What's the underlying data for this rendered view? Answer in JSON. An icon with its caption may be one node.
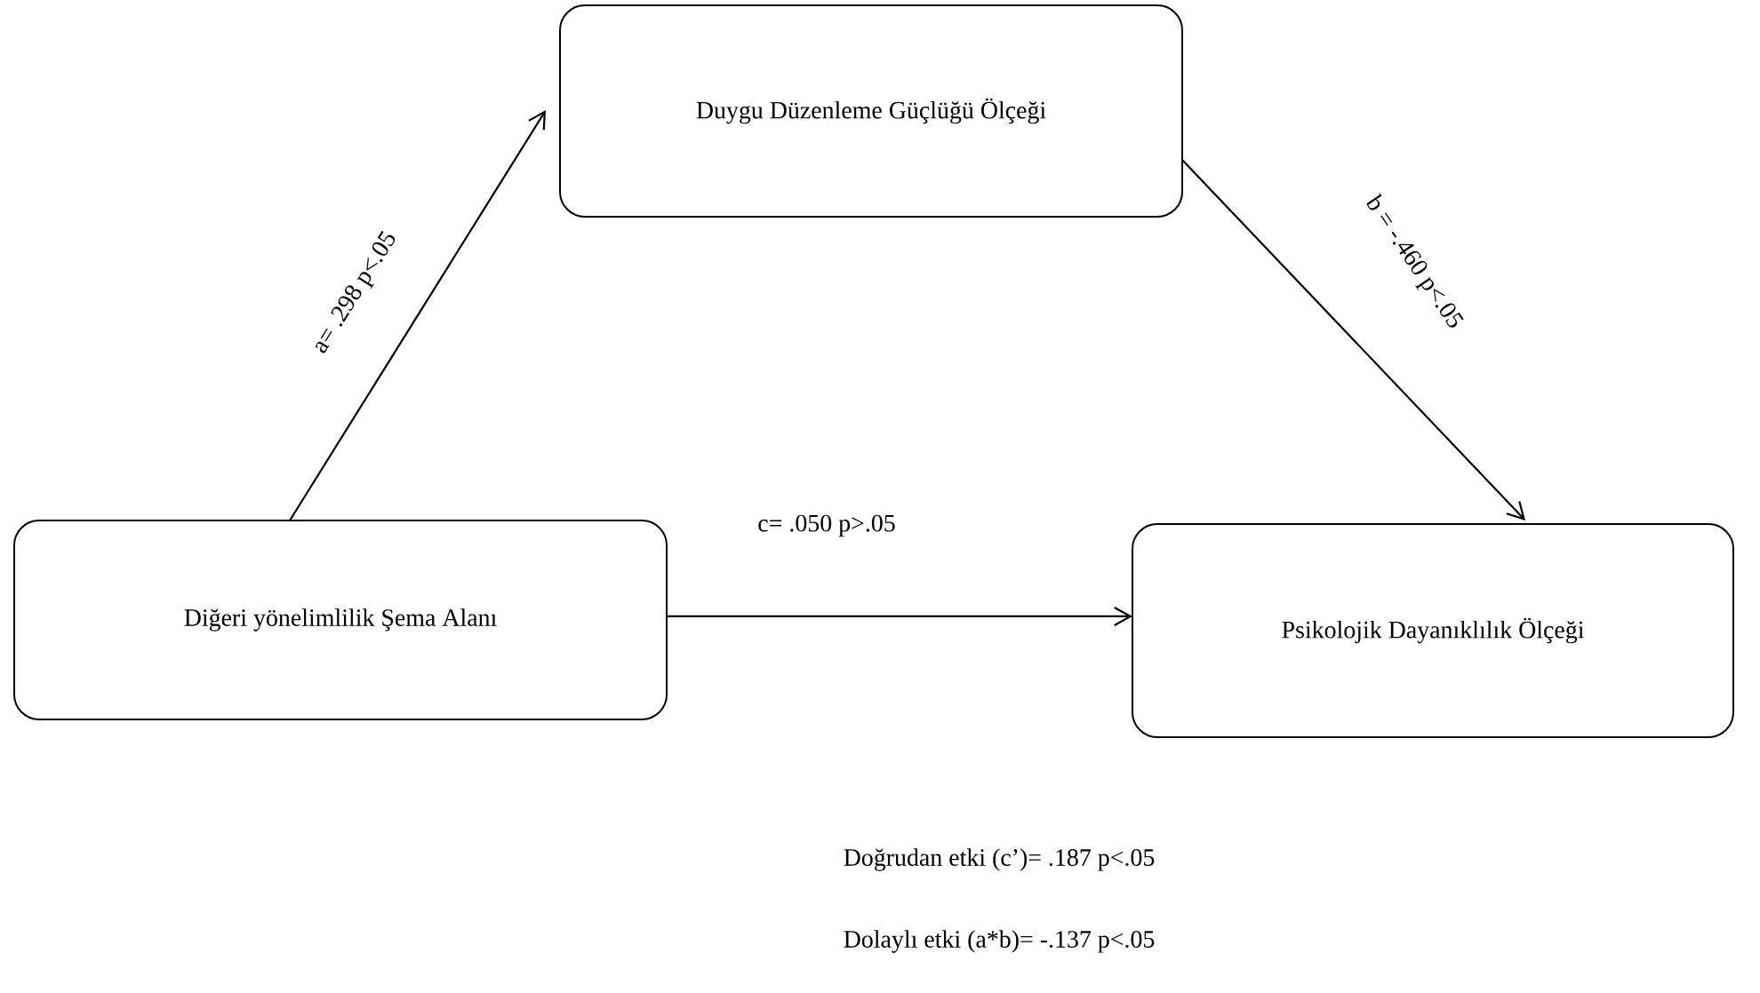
{
  "diagram": {
    "nodes": [
      {
        "text": [
          "Duygu Düzenleme Güçlüğü Ölçeği"
        ]
      },
      {
        "text": [
          "Diğeri yönelimlilik Şema Alanı"
        ]
      },
      {
        "text": [
          "Psikolojik Dayanıklılık Ölçeği"
        ]
      }
    ],
    "edges": [
      {
        "from": 1,
        "to": 0,
        "arrow": "to",
        "label": "a= .298 p<.05"
      },
      {
        "from": 0,
        "to": 2,
        "arrow": "to",
        "label": "b = -.460 p<.05"
      },
      {
        "from": 1,
        "to": 2,
        "arrow": "to",
        "label": "c= .050 p>.05"
      }
    ],
    "labels": [
      "Doğrudan etki (c’)= .187 p<.05",
      "Dolaylı etki (a*b)= -.137 p<.05"
    ]
  }
}
